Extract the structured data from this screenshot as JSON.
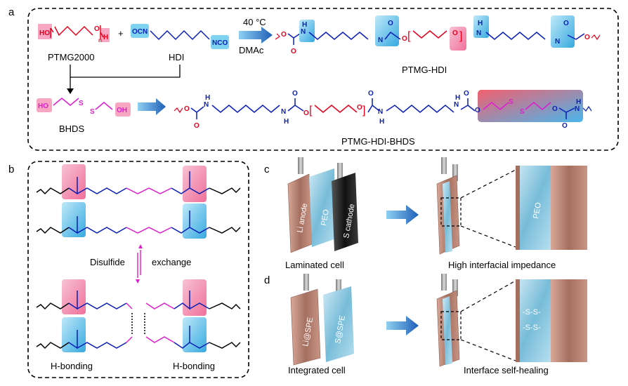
{
  "panels": {
    "a": "a",
    "b": "b",
    "c": "c",
    "d": "d"
  },
  "panel_a": {
    "plus": "+",
    "ptmg_label": "PTMG2000",
    "hdi_label": "HDI",
    "bhds_label": "BHDS",
    "temperature": "40 °C",
    "solvent": "DMAc",
    "product1_label": "PTMG-HDI",
    "product2_label": "PTMG-HDI-BHDS",
    "atoms": {
      "ho": "HO",
      "o": "O",
      "h": "H",
      "n_sub": "n",
      "ocn": "OCN",
      "nco": "NCO",
      "oh": "OH",
      "s": "S",
      "nh": "N",
      "h_lower": "H"
    }
  },
  "panel_b": {
    "disulfide": "Disulfide",
    "exchange": "exchange",
    "hbond_left": "H-bonding",
    "hbond_right": "H-bonding"
  },
  "panel_c": {
    "li_anode": "Li anode",
    "peo": "PEO",
    "s_cathode": "S cathode",
    "peo_zoom": "PEO",
    "caption_left": "Laminated cell",
    "caption_right": "High interfacial impedance"
  },
  "panel_d": {
    "li_spe": "Li@SPE",
    "s_spe": "S@SPE",
    "ss1": "-S-S-",
    "ss2": "-S-S-",
    "caption_left": "Integrated cell",
    "caption_right": "Interface self-healing"
  },
  "colors": {
    "red": "#e8001c",
    "blue": "#0a1fb5",
    "magenta": "#e01ed0",
    "pink_box": "#f7a6c4",
    "cyan_box": "#7fd3f0",
    "copper": "#b98574",
    "arrow_blue": "#2a7fd6"
  }
}
